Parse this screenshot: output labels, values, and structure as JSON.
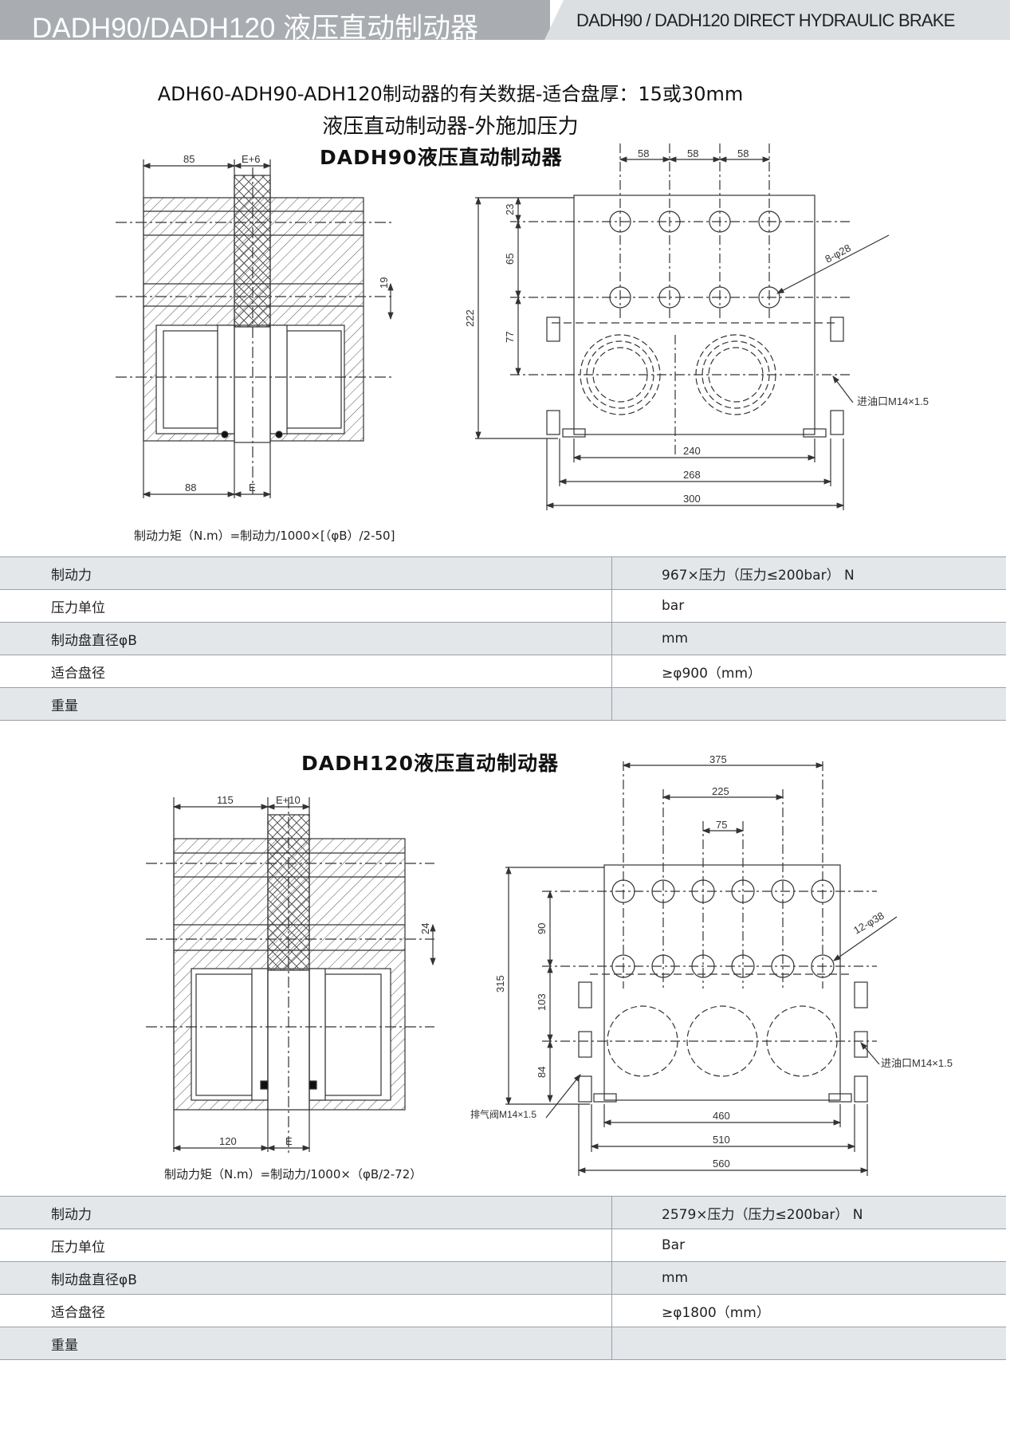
{
  "header": {
    "title_cn": "DADH90/DADH120 液压直动制动器",
    "title_en": "DADH90 / DADH120 DIRECT HYDRAULIC BRAKE"
  },
  "intro": {
    "line1": "ADH60-ADH90-ADH120制动器的有关数据-适合盘厚：15或30mm",
    "line2": "液压直动制动器-外施加压力"
  },
  "dadh90": {
    "title": "DADH90液压直动制动器",
    "side_dims": {
      "top_left": "85",
      "top_gap": "E+6",
      "pitch": "19",
      "bottom_left": "88",
      "bottom_gap": "E"
    },
    "front_dims": {
      "pitch1": "58",
      "pitch2": "58",
      "pitch3": "58",
      "v1": "23",
      "v2": "65",
      "v3": "77",
      "height": "222",
      "holes": "8-φ28",
      "port": "进油口M14×1.5",
      "w1": "240",
      "w2": "268",
      "w3": "300"
    },
    "formula": "制动力矩（N.m）=制动力/1000×[（φB）/2-50]",
    "specs": [
      {
        "label": "制动力",
        "value": "967×压力（压力≤200bar） N"
      },
      {
        "label": "压力单位",
        "value": "bar"
      },
      {
        "label": "制动盘直径φB",
        "value": "mm"
      },
      {
        "label": "适合盘径",
        "value": "≥φ900（mm）"
      },
      {
        "label": "重量",
        "value": ""
      }
    ]
  },
  "dadh120": {
    "title": "DADH120液压直动制动器",
    "side_dims": {
      "top_left": "115",
      "top_gap": "E+10",
      "pitch": "24",
      "bottom_left": "120",
      "bottom_gap": "E"
    },
    "front_dims": {
      "w_top1": "375",
      "w_top2": "225",
      "w_top3": "75",
      "v1": "90",
      "v2": "103",
      "v3": "84",
      "height": "315",
      "holes": "12-φ38",
      "port": "进油口M14×1.5",
      "vent": "排气阀M14×1.5",
      "w1": "460",
      "w2": "510",
      "w3": "560"
    },
    "formula": "制动力矩（N.m）=制动力/1000×（φB/2-72）",
    "specs": [
      {
        "label": "制动力",
        "value": "2579×压力（压力≤200bar） N"
      },
      {
        "label": "压力单位",
        "value": "Bar"
      },
      {
        "label": "制动盘直径φB",
        "value": "mm"
      },
      {
        "label": "适合盘径",
        "value": "≥φ1800（mm）"
      },
      {
        "label": "重量",
        "value": ""
      }
    ]
  }
}
